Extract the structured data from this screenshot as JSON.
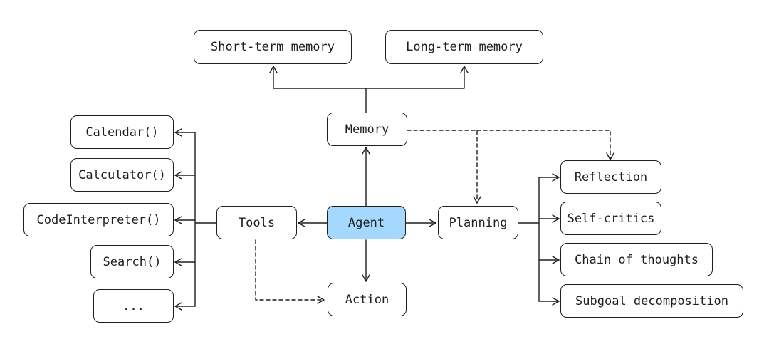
{
  "nodes": {
    "short_term_memory": "Short-term memory",
    "long_term_memory": "Long-term memory",
    "memory": "Memory",
    "calendar": "Calendar()",
    "calculator": "Calculator()",
    "code_interpreter": "CodeInterpreter()",
    "search": "Search()",
    "ellipsis": "...",
    "tools": "Tools",
    "agent": "Agent",
    "planning": "Planning",
    "action": "Action",
    "reflection": "Reflection",
    "self_critics": "Self-critics",
    "chain_of_thoughts": "Chain of thoughts",
    "subgoal_decomposition": "Subgoal decomposition"
  },
  "colors": {
    "agent_fill": "#a5d8ff",
    "stroke": "#1e1e1e",
    "background": "#ffffff"
  }
}
